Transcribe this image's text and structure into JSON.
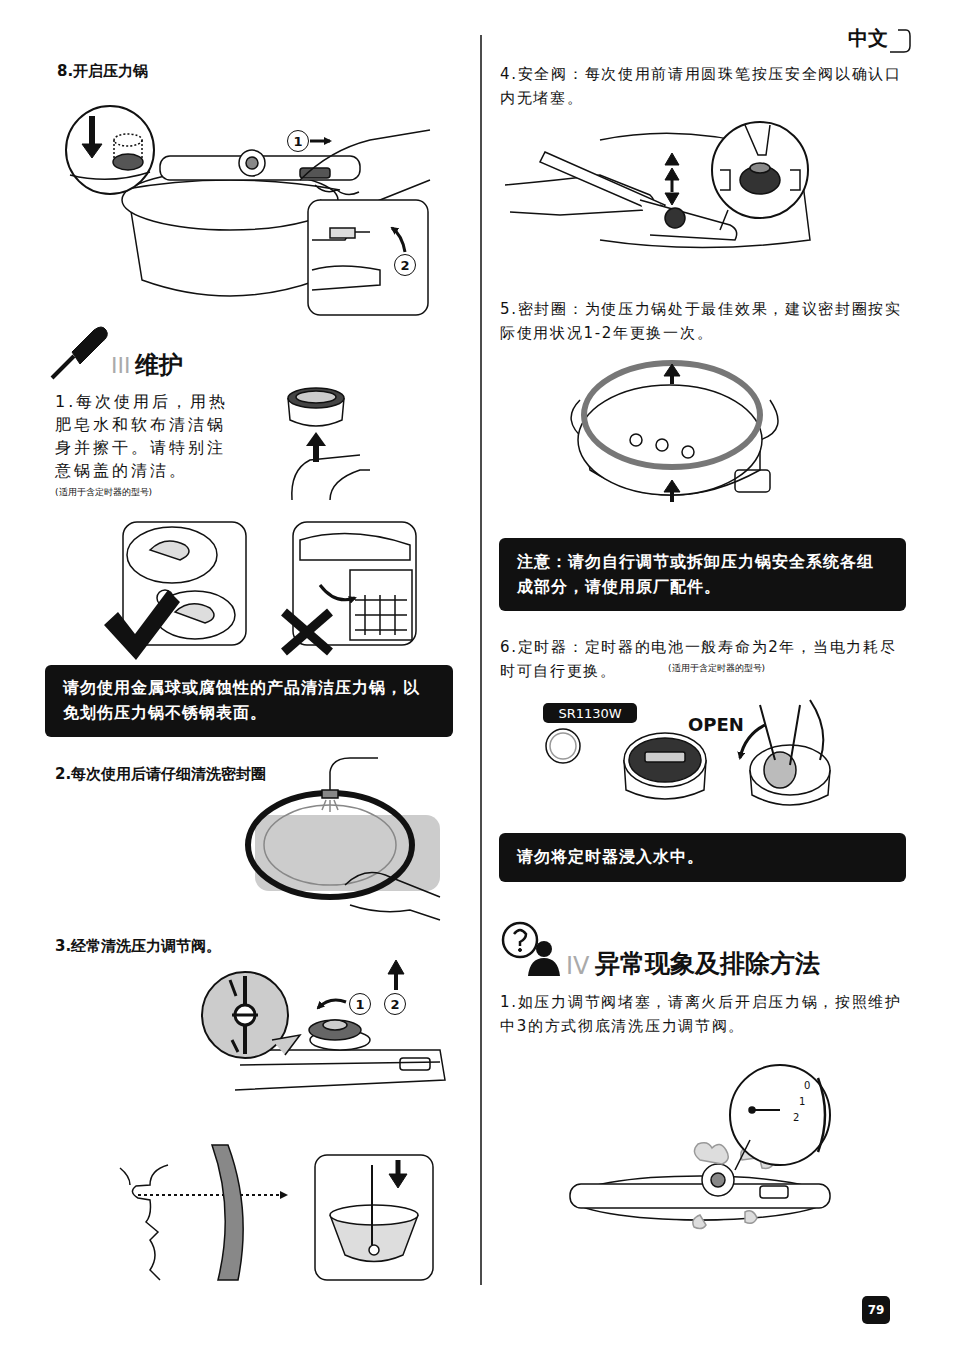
{
  "diagram": {
    "nodes": [
      {
        "text": [
          "1"
        ]
      },
      {
        "text": [
          "2"
        ]
      },
      {
        "text": [
          "请勿使用金属球或腐蚀性的产品清洁压力锅，以免划伤压力锅不锈钢表面。"
        ]
      },
      {
        "text": [
          "1"
        ]
      },
      {
        "text": [
          "2"
        ]
      },
      {
        "text": [
          "注意：请勿自行调节或拆卸压力锅安全系统各组成部分，请使用原厂配件。"
        ]
      },
      {
        "text": [
          "SR1130W"
        ]
      },
      {
        "text": [
          "请勿将定时器浸入水中。"
        ]
      },
      {
        "text": [
          "79"
        ]
      }
    ],
    "labels": [
      "中文",
      "8.开启压力锅",
      "III",
      "维护",
      "1.每次使用后，用热肥皂水和软布清洁锅身并擦干。请特别注意锅盖的清洁。",
      "(适用于含定时器的型号)",
      "2.每次使用后请仔细清洗密封圈",
      "3.经常清洗压力调节阀。",
      "4.安全阀：每次使用前请用圆珠笔按压安全阀以确认口内无堵塞。",
      "5.密封圈：为使压力锅处于最佳效果，建议密封圈按实际使用状况1-2年更换一次。",
      "6.定时器：定时器的电池一般寿命为2年，当电力耗尽时可自行更换。",
      "(适用于含定时器的型号)",
      "OPEN",
      "IV",
      "异常现象及排除方法",
      "1.如压力调节阀堵塞，请离火后开启压力锅，按照维护中3的方式彻底清洗压力调节阀。",
      "0",
      "1",
      "2"
    ]
  }
}
